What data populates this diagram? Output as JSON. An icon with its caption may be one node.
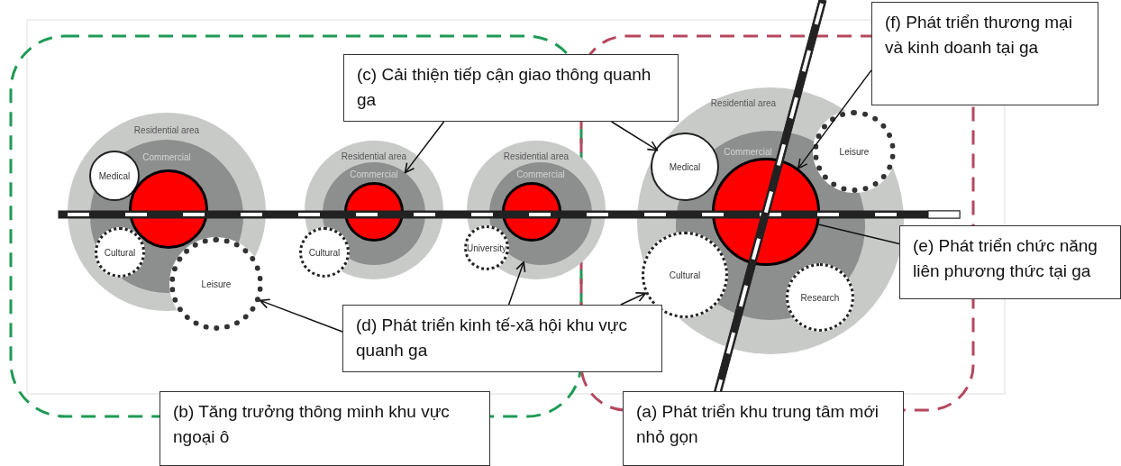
{
  "diagram": {
    "nodes": [
      {
        "text": [
          "(c) Cải thiện tiếp cận giao thông quanh ga"
        ]
      },
      {
        "text": [
          "(f) Phát triển thương mại và kinh doanh tại ga"
        ]
      },
      {
        "text": [
          "Residential area"
        ]
      },
      {
        "text": [
          "Commercial"
        ],
        "in": 2
      },
      {
        "text": [],
        "shape": "circle",
        "in": 3
      },
      {
        "text": [
          "Medical"
        ],
        "in": 3
      },
      {
        "text": [
          "Cultural"
        ],
        "in": 3
      },
      {
        "text": [
          "Leisure"
        ]
      },
      {
        "text": [
          "Residential area"
        ]
      },
      {
        "text": [
          "Commercial"
        ],
        "in": 8
      },
      {
        "text": [],
        "shape": "circle",
        "in": 9
      },
      {
        "text": [
          "Cultural"
        ]
      },
      {
        "text": [
          "Residential area"
        ]
      },
      {
        "text": [
          "Commercial"
        ],
        "in": 12
      },
      {
        "text": [],
        "shape": "circle",
        "in": 13
      },
      {
        "text": [
          "University"
        ],
        "in": 12
      },
      {
        "text": [
          "Residential area"
        ]
      },
      {
        "text": [
          "Commercial"
        ],
        "in": 16
      },
      {
        "text": [],
        "shape": "circle",
        "in": 17
      },
      {
        "text": [
          "Medical"
        ],
        "in": 16
      },
      {
        "text": [
          "Leisure"
        ],
        "in": 16
      },
      {
        "text": [
          "Cultural"
        ],
        "in": 16
      },
      {
        "text": [
          "Research"
        ],
        "in": 16
      },
      {
        "text": [
          "(e) Phát triển chức năng liên phương thức tại ga"
        ]
      },
      {
        "text": [
          "(d) Phát triển kinh tế-xã hội khu vực quanh ga"
        ]
      },
      {
        "text": [
          "(b) Tăng trưởng thông minh khu vực ngoại ô"
        ]
      },
      {
        "text": [
          "(a) Phát triển khu trung tâm mới nhỏ gọn"
        ]
      }
    ],
    "edges": [
      {
        "from": 0,
        "to": 9,
        "arrow": "to"
      },
      {
        "from": 0,
        "to": 16,
        "arrow": "to"
      },
      {
        "from": 1,
        "to": 18,
        "arrow": "to"
      },
      {
        "from": 23,
        "to": 18,
        "arrow": "none"
      },
      {
        "from": 24,
        "to": 7,
        "arrow": "to"
      },
      {
        "from": 24,
        "to": 13,
        "arrow": "to"
      },
      {
        "from": 24,
        "to": 21,
        "arrow": "to"
      }
    ]
  }
}
